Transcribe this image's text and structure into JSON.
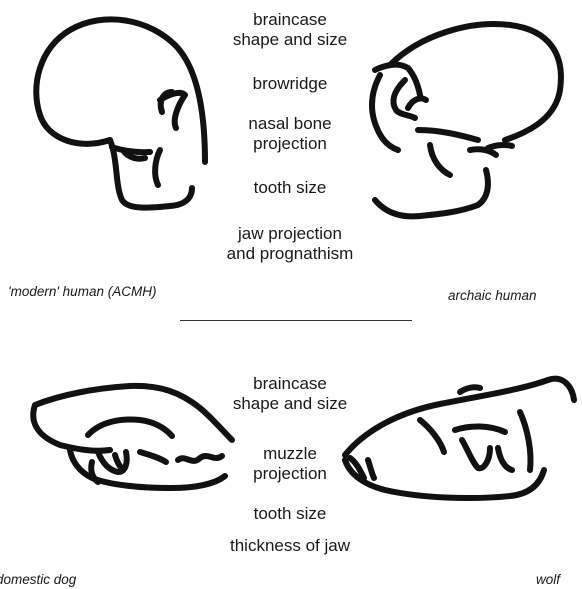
{
  "top_panel": {
    "traits": [
      "braincase\nshape and size",
      "browridge",
      "nasal bone\nprojection",
      "tooth size",
      "jaw projection\nand prognathism"
    ],
    "left_caption": "'modern' human (ACMH)",
    "right_caption": "archaic human"
  },
  "bottom_panel": {
    "traits": [
      "braincase\nshape and size",
      "muzzle\nprojection",
      "tooth size",
      "thickness of jaw"
    ],
    "left_caption": "domestic dog",
    "right_caption": "wolf"
  },
  "style": {
    "stroke_color": "#111111"
  }
}
